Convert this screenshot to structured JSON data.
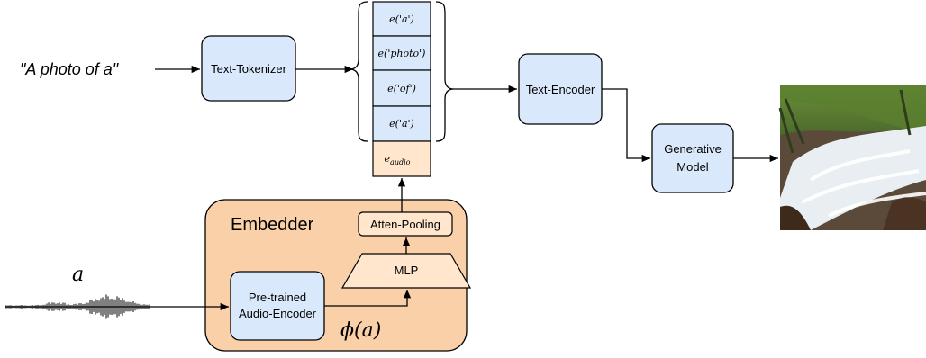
{
  "prompt_text": "\"A photo of a\"",
  "boxes": {
    "text_tokenizer": "Text-Tokenizer",
    "text_encoder": "Text-Encoder",
    "generative_model": [
      "Generative",
      "Model"
    ],
    "pretrained_audio_encoder": [
      "Pre-trained",
      "Audio-Encoder"
    ],
    "mlp": "MLP",
    "atten_pooling": "Atten-Pooling",
    "embedder": "Embedder"
  },
  "tokens": [
    "e('a')",
    "e('photo')",
    "e('of')",
    "e('a')"
  ],
  "audio_token": {
    "base": "e",
    "sub": "audio"
  },
  "audio_label": "a",
  "phi_label": "ϕ(a)",
  "colors": {
    "blue_fill": "#dae8fc",
    "orange_fill": "#ffe6cc",
    "embedder_fill": "#fad0a8",
    "stroke": "#000000"
  }
}
